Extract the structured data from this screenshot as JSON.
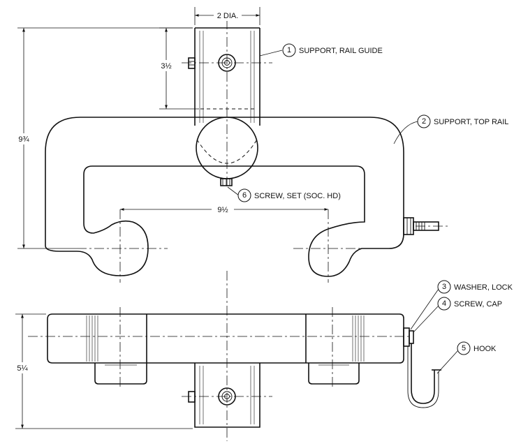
{
  "parts": [
    {
      "number": "1",
      "name": "SUPPORT, RAIL GUIDE"
    },
    {
      "number": "2",
      "name": "SUPPORT, TOP RAIL"
    },
    {
      "number": "3",
      "name": "WASHER, LOCK"
    },
    {
      "number": "4",
      "name": "SCREW, CAP"
    },
    {
      "number": "5",
      "name": "HOOK"
    },
    {
      "number": "6",
      "name": "SCREW, SET (SOC. HD)"
    }
  ],
  "dimensions": {
    "guide_diameter": "2 DIA.",
    "guide_height": "3½",
    "overall_height": "9¾",
    "hole_spacing": "9½",
    "side_height": "5¼"
  }
}
